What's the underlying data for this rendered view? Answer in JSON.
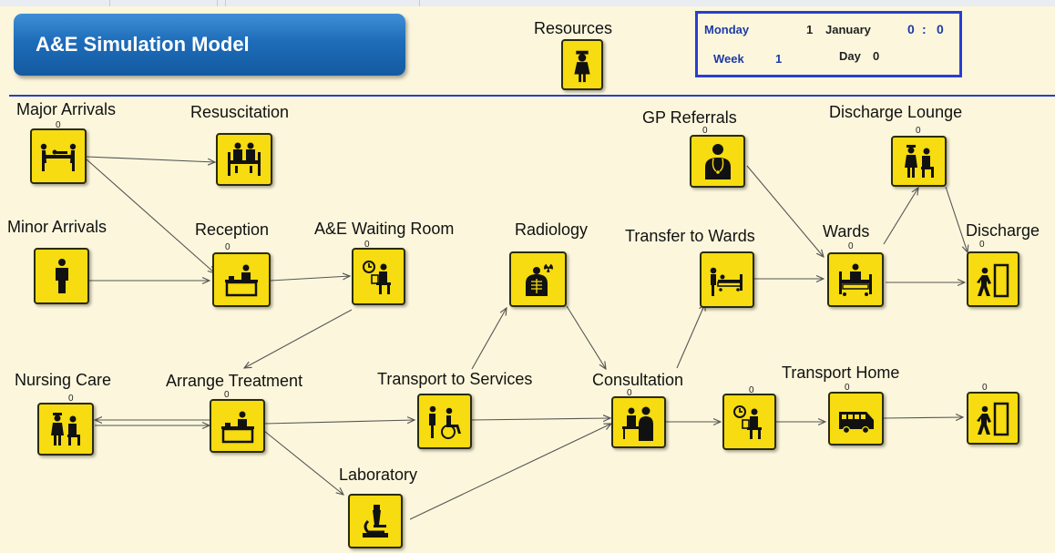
{
  "title": "A&E Simulation Model",
  "resources_label": "Resources",
  "clock": {
    "day_name": "Monday",
    "date_num": "1",
    "month": "January",
    "time_h": "0",
    "time_sep": ":",
    "time_m": "0",
    "week_label": "Week",
    "week_value": "1",
    "day_label": "Day",
    "day_value": "0"
  },
  "nodes": {
    "major_arrivals": {
      "label": "Major Arrivals",
      "count": "0",
      "icon": "stretcher-icon"
    },
    "resuscitation": {
      "label": "Resuscitation",
      "icon": "resuscitation-bed-icon"
    },
    "minor_arrivals": {
      "label": "Minor Arrivals",
      "icon": "person-icon"
    },
    "reception": {
      "label": "Reception",
      "count": "0",
      "icon": "reception-desk-icon"
    },
    "waiting_room": {
      "label": "A&E Waiting Room",
      "count": "0",
      "icon": "waiting-clock-icon"
    },
    "radiology": {
      "label": "Radiology",
      "icon": "xray-radiation-icon"
    },
    "transfer_wards": {
      "label": "Transfer to Wards",
      "icon": "bed-transfer-icon"
    },
    "gp_referrals": {
      "label": "GP Referrals",
      "count": "0",
      "icon": "doctor-icon"
    },
    "wards": {
      "label": "Wards",
      "count": "0",
      "icon": "ward-bed-icon"
    },
    "discharge_lounge": {
      "label": "Discharge Lounge",
      "count": "0",
      "icon": "lounge-icon"
    },
    "discharge": {
      "label": "Discharge",
      "count": "0",
      "icon": "exit-door-icon"
    },
    "nursing_care": {
      "label": "Nursing Care",
      "count": "0",
      "icon": "nurse-patient-icon"
    },
    "arrange_treatment": {
      "label": "Arrange Treatment",
      "count": "0",
      "icon": "desk-clerk-icon"
    },
    "transport_services": {
      "label": "Transport to Services",
      "icon": "wheelchair-icon"
    },
    "consultation": {
      "label": "Consultation",
      "count": "0",
      "icon": "consultation-icon"
    },
    "post_consult_wait": {
      "count": "0",
      "icon": "waiting-clock-icon"
    },
    "transport_home": {
      "label": "Transport Home",
      "count": "0",
      "icon": "minibus-icon"
    },
    "home_exit": {
      "count": "0",
      "icon": "exit-door-icon"
    },
    "laboratory": {
      "label": "Laboratory",
      "icon": "microscope-icon"
    },
    "resources": {
      "icon": "nurse-icon"
    }
  },
  "colors": {
    "background": "#fcf7dc",
    "icon_fill": "#f6dc10",
    "banner_blue": "#1e6cb9",
    "panel_border": "#2a3ed1",
    "divider": "#2540c7"
  }
}
